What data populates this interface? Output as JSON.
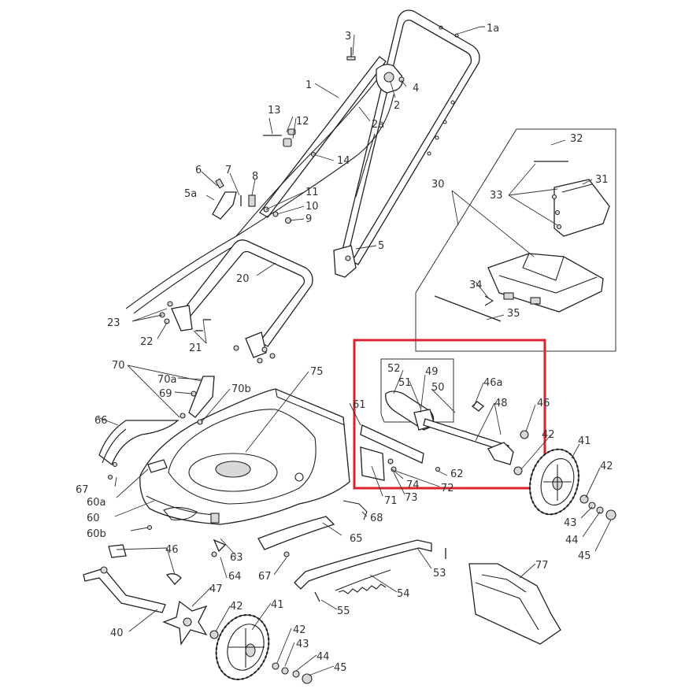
{
  "highlight_color": "#d9232e",
  "labels": [
    {
      "key": "1a",
      "text": "1a"
    },
    {
      "key": "3",
      "text": "3"
    },
    {
      "key": "4",
      "text": "4"
    },
    {
      "key": "1",
      "text": "1"
    },
    {
      "key": "2",
      "text": "2"
    },
    {
      "key": "2a",
      "text": "2a"
    },
    {
      "key": "13",
      "text": "13"
    },
    {
      "key": "12",
      "text": "12"
    },
    {
      "key": "14",
      "text": "14"
    },
    {
      "key": "6",
      "text": "6"
    },
    {
      "key": "7",
      "text": "7"
    },
    {
      "key": "8",
      "text": "8"
    },
    {
      "key": "5a",
      "text": "5a"
    },
    {
      "key": "11",
      "text": "11"
    },
    {
      "key": "10",
      "text": "10"
    },
    {
      "key": "9",
      "text": "9"
    },
    {
      "key": "5",
      "text": "5"
    },
    {
      "key": "20",
      "text": "20"
    },
    {
      "key": "23",
      "text": "23"
    },
    {
      "key": "22",
      "text": "22"
    },
    {
      "key": "21",
      "text": "21"
    },
    {
      "key": "32",
      "text": "32"
    },
    {
      "key": "31",
      "text": "31"
    },
    {
      "key": "30",
      "text": "30"
    },
    {
      "key": "33",
      "text": "33"
    },
    {
      "key": "34",
      "text": "34"
    },
    {
      "key": "35",
      "text": "35"
    },
    {
      "key": "70",
      "text": "70"
    },
    {
      "key": "70a",
      "text": "70a"
    },
    {
      "key": "69",
      "text": "69"
    },
    {
      "key": "70b",
      "text": "70b"
    },
    {
      "key": "75",
      "text": "75"
    },
    {
      "key": "61",
      "text": "61"
    },
    {
      "key": "66",
      "text": "66"
    },
    {
      "key": "52",
      "text": "52"
    },
    {
      "key": "49",
      "text": "49"
    },
    {
      "key": "51",
      "text": "51"
    },
    {
      "key": "50",
      "text": "50"
    },
    {
      "key": "46a",
      "text": "46a"
    },
    {
      "key": "48",
      "text": "48"
    },
    {
      "key": "46r",
      "text": "46"
    },
    {
      "key": "42r",
      "text": "42"
    },
    {
      "key": "41r",
      "text": "41"
    },
    {
      "key": "42r2",
      "text": "42"
    },
    {
      "key": "62",
      "text": "62"
    },
    {
      "key": "74",
      "text": "74"
    },
    {
      "key": "72",
      "text": "72"
    },
    {
      "key": "73",
      "text": "73"
    },
    {
      "key": "71",
      "text": "71"
    },
    {
      "key": "67a",
      "text": "67"
    },
    {
      "key": "60a",
      "text": "60a"
    },
    {
      "key": "60",
      "text": "60"
    },
    {
      "key": "68",
      "text": "68"
    },
    {
      "key": "43r",
      "text": "43"
    },
    {
      "key": "44r",
      "text": "44"
    },
    {
      "key": "45r",
      "text": "45"
    },
    {
      "key": "60b",
      "text": "60b"
    },
    {
      "key": "65",
      "text": "65"
    },
    {
      "key": "46l",
      "text": "46"
    },
    {
      "key": "53",
      "text": "53"
    },
    {
      "key": "63",
      "text": "63"
    },
    {
      "key": "64",
      "text": "64"
    },
    {
      "key": "67b",
      "text": "67"
    },
    {
      "key": "77",
      "text": "77"
    },
    {
      "key": "47",
      "text": "47"
    },
    {
      "key": "54",
      "text": "54"
    },
    {
      "key": "55",
      "text": "55"
    },
    {
      "key": "42l",
      "text": "42"
    },
    {
      "key": "41l",
      "text": "41"
    },
    {
      "key": "40",
      "text": "40"
    },
    {
      "key": "42l2",
      "text": "42"
    },
    {
      "key": "43l",
      "text": "43"
    },
    {
      "key": "44l",
      "text": "44"
    },
    {
      "key": "45l",
      "text": "45"
    }
  ]
}
